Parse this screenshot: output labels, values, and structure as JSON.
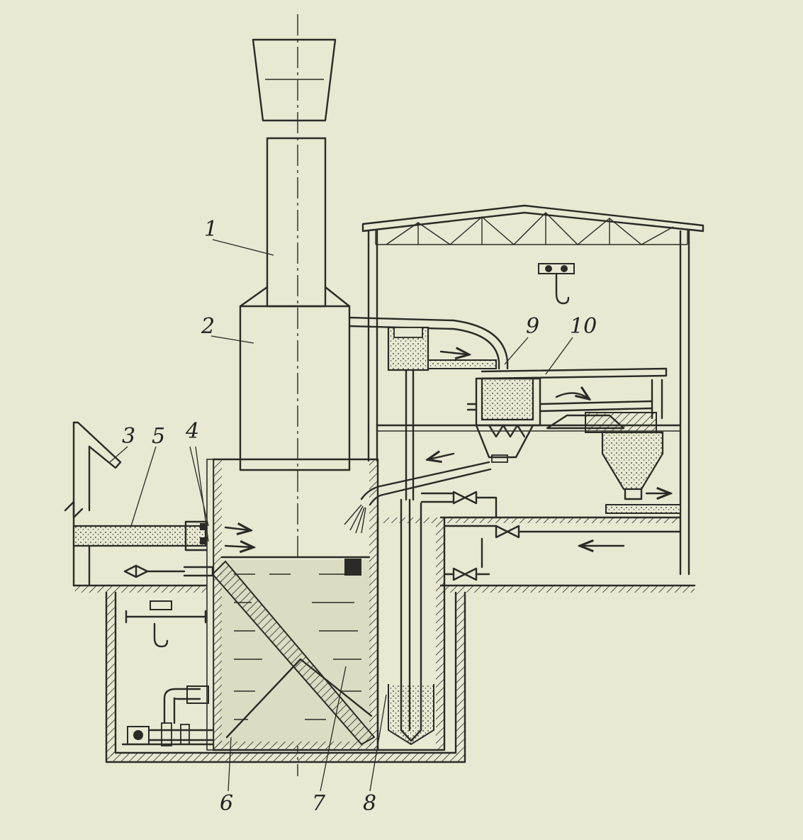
{
  "labels": {
    "n1": "1",
    "n2": "2",
    "n3": "3",
    "n4": "4",
    "n5": "5",
    "n6": "6",
    "n7": "7",
    "n8": "8",
    "n9": "9",
    "n10": "10"
  },
  "colors": {
    "paper": "#e9e8d3",
    "ink": "#2a2a26",
    "water": "#dcdcc4"
  }
}
